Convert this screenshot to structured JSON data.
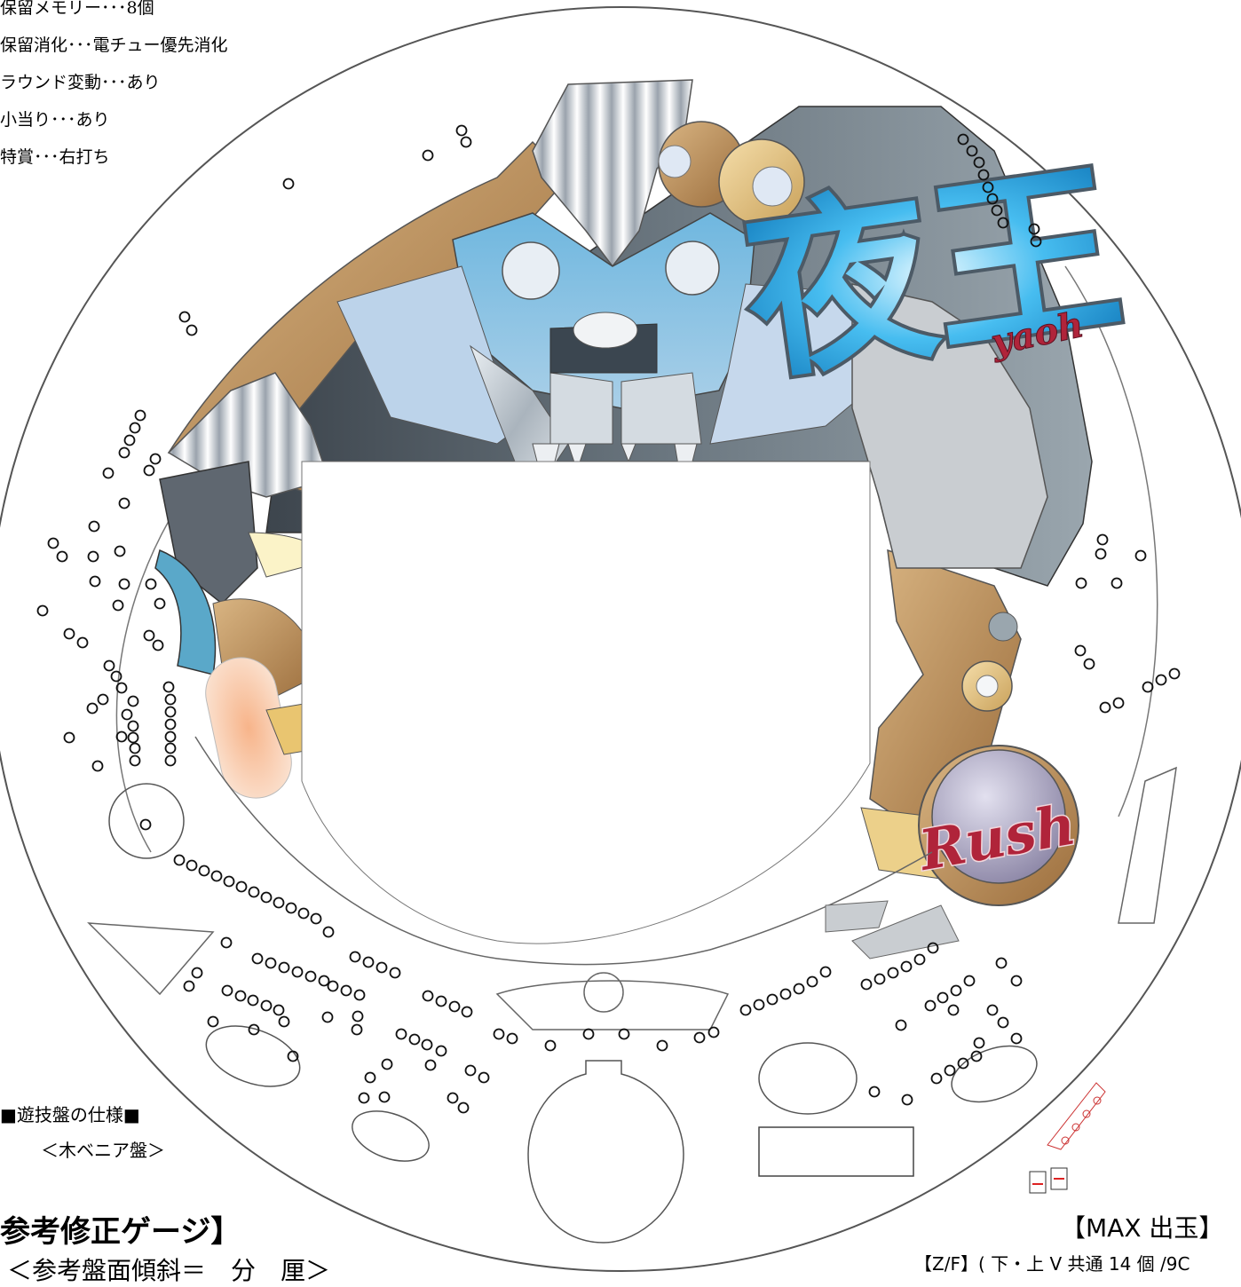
{
  "specs": [
    "保留メモリー･･･8個",
    "保留消化･･･電チュー優先消化",
    "ラウンド変動･･･あり",
    "小当り･･･あり",
    "特賞･･･右打ち"
  ],
  "logo": {
    "kanji": "夜王",
    "romaji": "yaoh",
    "rush": "Rush"
  },
  "board_spec": {
    "title": "■遊技盤の仕様■",
    "subtitle": "＜木ベニア盤＞"
  },
  "gauge": {
    "title": "参考修正ゲージ】",
    "tilt": "＜参考盤面傾斜＝　分　厘＞"
  },
  "max_output": {
    "title": "【MAX 出玉】",
    "line": "【Z/F】( 下・上 V 共通 14 個 /9C"
  },
  "colors": {
    "blue": "#3fb6e8",
    "steel": "#4f5a63",
    "gold": "#e7c67a",
    "rush_red": "#b0243a"
  }
}
